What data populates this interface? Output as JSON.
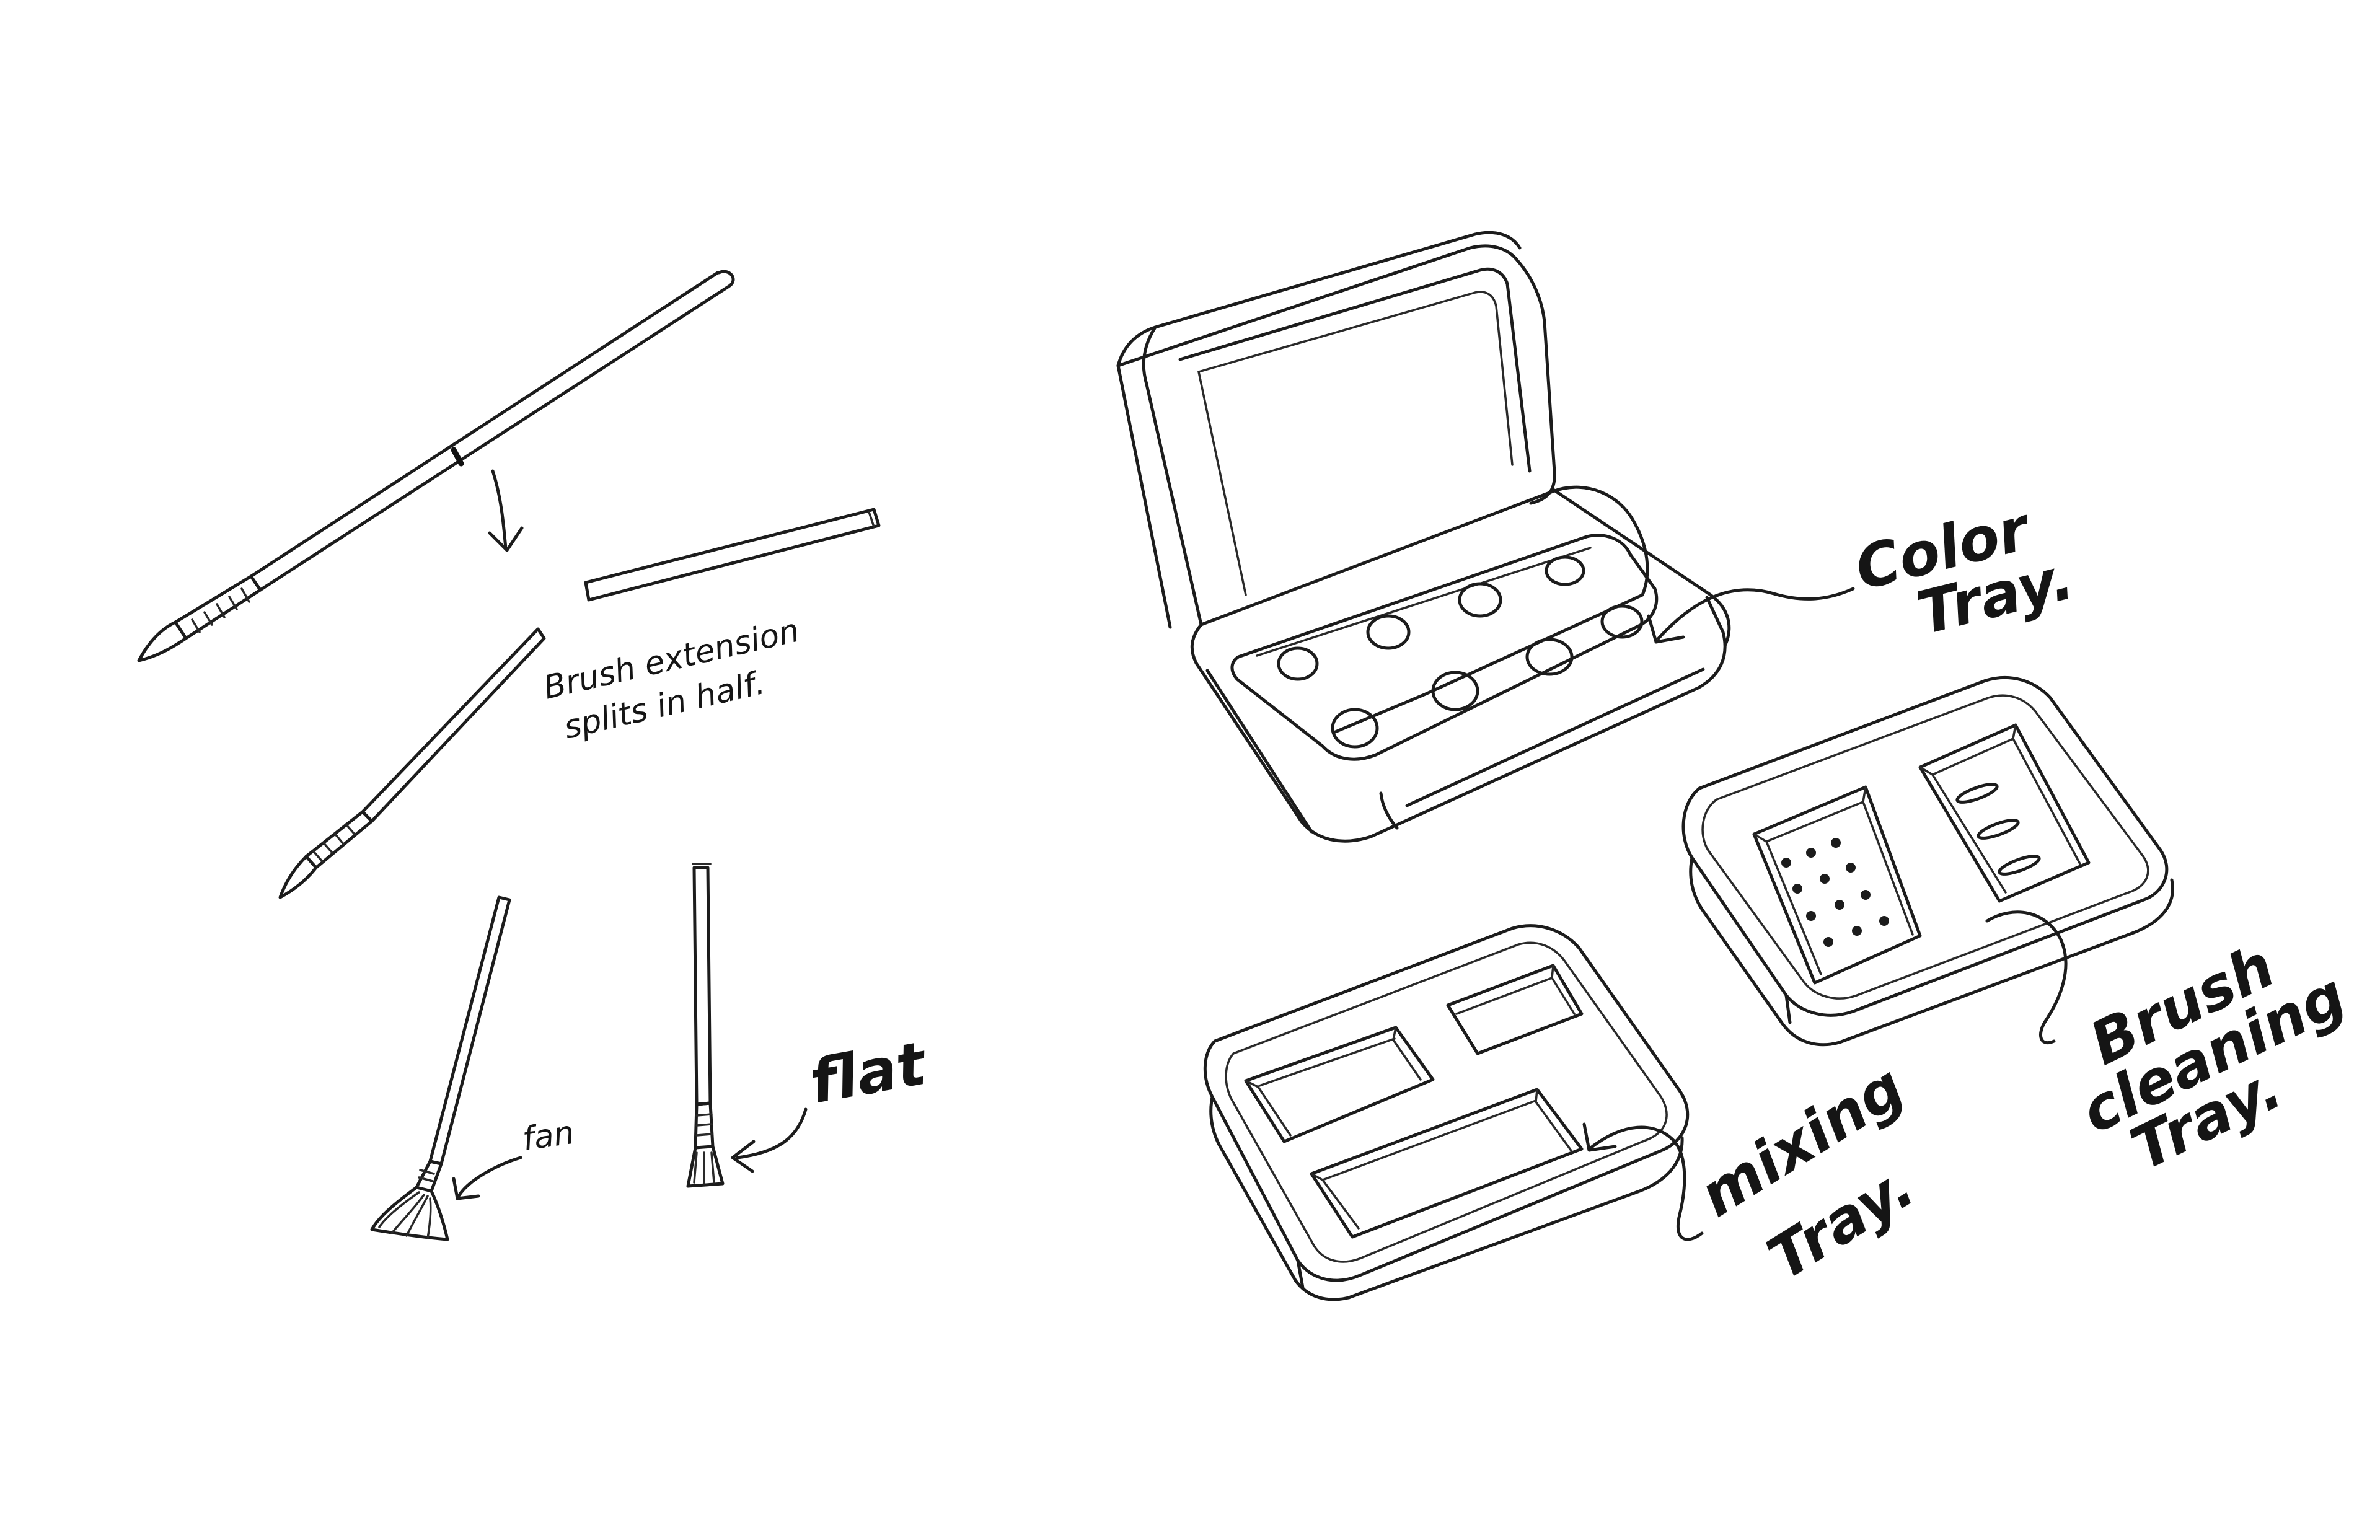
{
  "labels": {
    "extension_line1": "Brush extension",
    "extension_line2": "splits in half.",
    "fan": "fan",
    "flat": "flat",
    "color_line1": "Color",
    "color_line2": "Tray.",
    "mixing_line1": "mixing",
    "mixing_line2": "Tray.",
    "cleaning_line1": "Brush",
    "cleaning_line2": "cleaning",
    "cleaning_line3": "Tray."
  },
  "colors": {
    "ink": "#1c1c1c",
    "paper": "#ffffff"
  }
}
